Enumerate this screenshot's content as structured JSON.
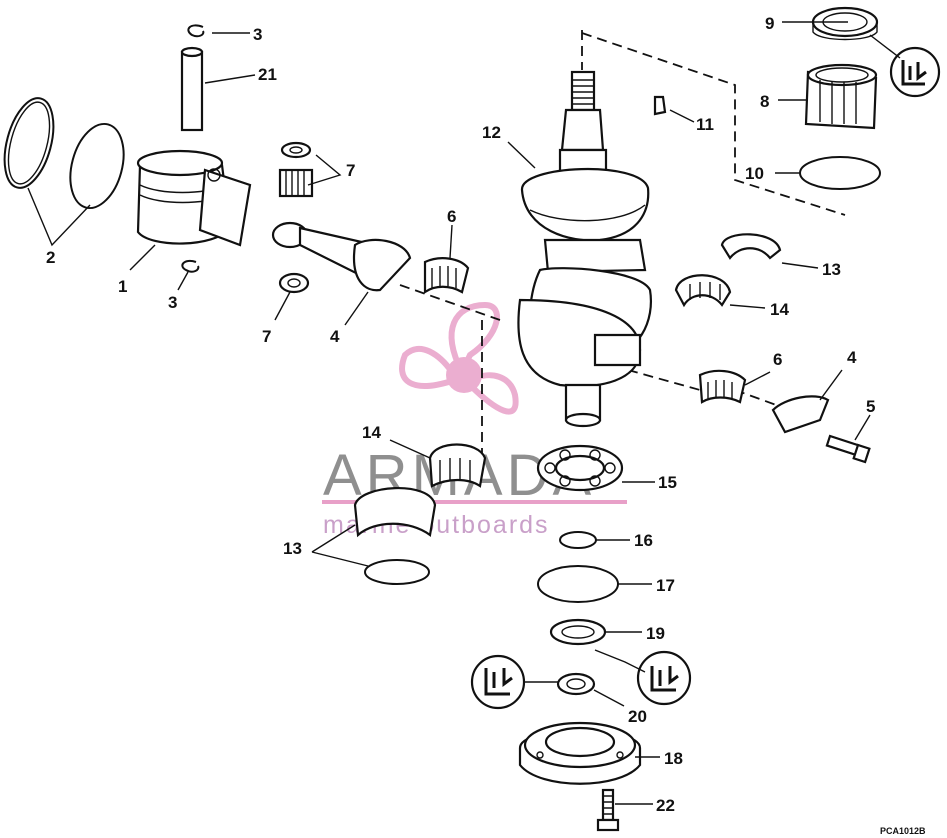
{
  "diagram": {
    "drawing_code": "PCA1012B",
    "watermark": {
      "brand": "ARMADA",
      "tagline": "marine outboards",
      "accent_color": "#e8a0c8",
      "accent_dark": "#d070a8"
    },
    "callouts": {
      "c1": "1",
      "c2": "2",
      "c3a": "3",
      "c3b": "3",
      "c4a": "4",
      "c4b": "4",
      "c5": "5",
      "c6a": "6",
      "c6b": "6",
      "c7a": "7",
      "c7b": "7",
      "c8": "8",
      "c9": "9",
      "c10": "10",
      "c11": "11",
      "c12": "12",
      "c13a": "13",
      "c13b": "13",
      "c14a": "14",
      "c14b": "14",
      "c15": "15",
      "c16": "16",
      "c17": "17",
      "c18": "18",
      "c19": "19",
      "c20": "20",
      "c21": "21",
      "c22": "22"
    },
    "icons": [
      "seal-symbol-icon",
      "seal-symbol-icon",
      "seal-symbol-icon"
    ]
  }
}
